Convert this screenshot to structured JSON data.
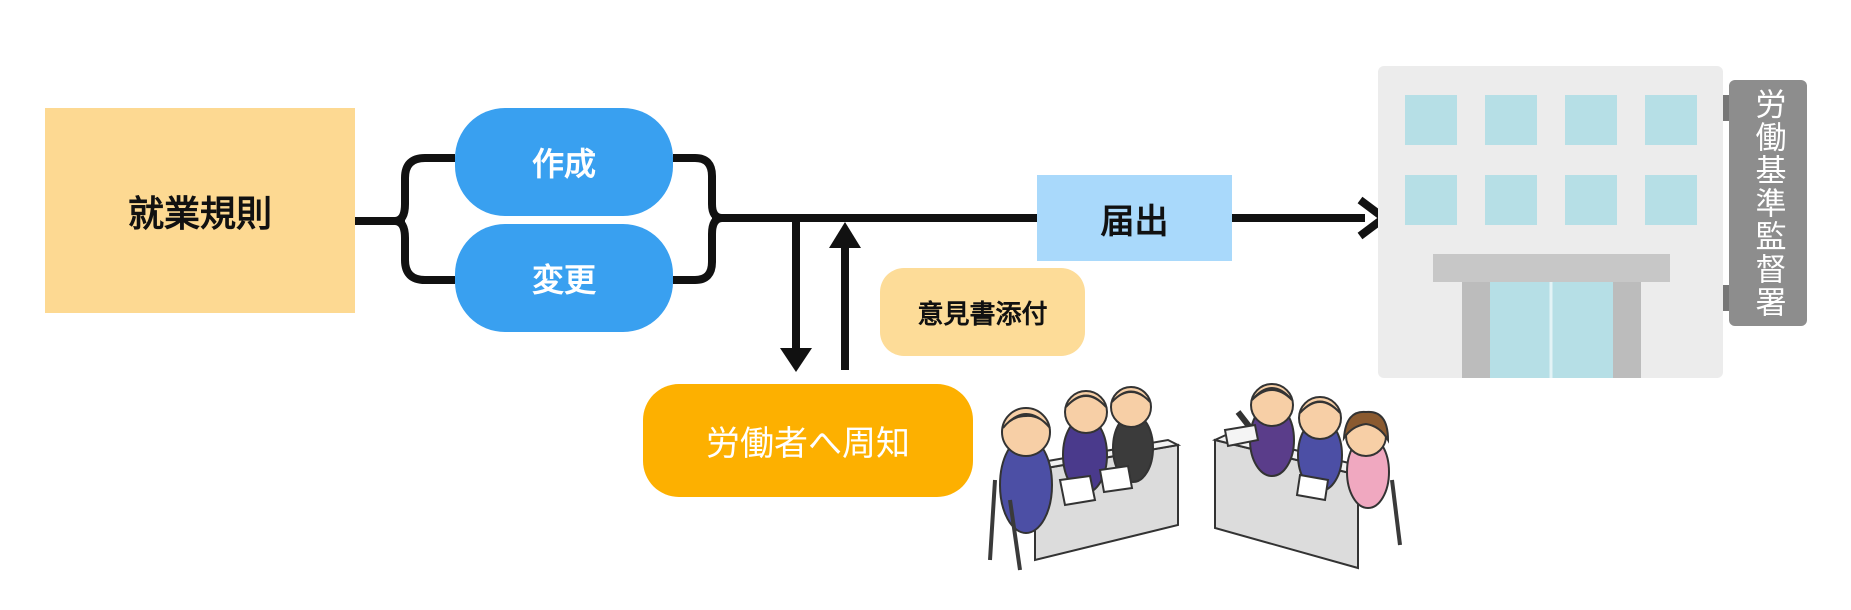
{
  "diagram": {
    "rules_label": "就業規則",
    "create_label": "作成",
    "change_label": "変更",
    "notify_label": "届出",
    "opinion_label": "意見書添付",
    "announce_label": "労働者へ周知",
    "office_label": "労働基準監督署"
  },
  "colors": {
    "rules_box": "#fdd992",
    "action_pill": "#39a0f0",
    "notify_box": "#a9d9fb",
    "opinion_box": "#fddc98",
    "announce_box": "#fdb000",
    "office_sign": "#8d8d8d",
    "flow_line": "#111111"
  },
  "icons": {
    "building": "labor-office-building",
    "meeting_left": "meeting-group-illustration",
    "meeting_right": "meeting-group-illustration"
  }
}
